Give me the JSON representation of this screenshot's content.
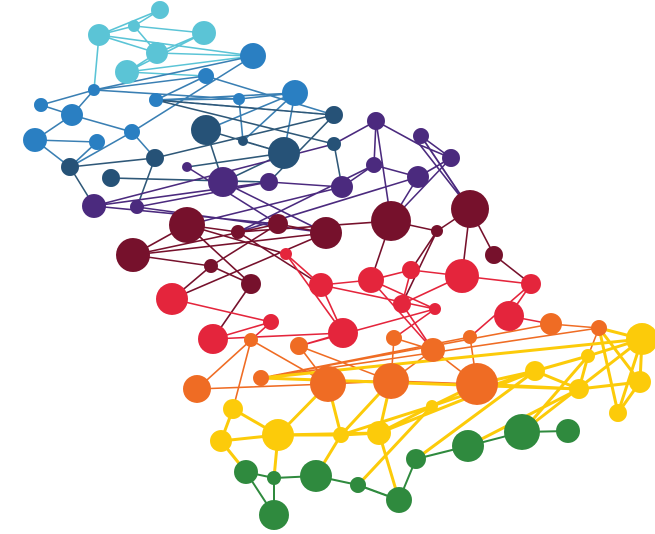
{
  "palette": {
    "background": "#ffffff",
    "light_blue": "#5bc4d6",
    "blue": "#2a7fc2",
    "navy": "#265277",
    "purple": "#4b2a7e",
    "maroon": "#76112c",
    "red": "#e4253c",
    "orange": "#ef6c24",
    "yellow": "#fccb0a",
    "green": "#2f8a3e"
  },
  "edge_colors": {
    "light_blue": "#5bc4d6",
    "blue": "#3a7fb3",
    "navy": "#2f5878",
    "purple": "#4b2a7e",
    "maroon": "#76112c",
    "red": "#e4253c",
    "orange": "#ef6c24",
    "yellow": "#fccb0a",
    "green": "#2f8a3e"
  },
  "nodes": [
    {
      "id": "lb1",
      "color": "light_blue"
    },
    {
      "id": "lb2",
      "color": "light_blue"
    },
    {
      "id": "lb3",
      "color": "light_blue"
    },
    {
      "id": "lb4",
      "color": "light_blue"
    },
    {
      "id": "lb5",
      "color": "light_blue"
    },
    {
      "id": "lb6",
      "color": "light_blue"
    },
    {
      "id": "b1",
      "color": "blue"
    },
    {
      "id": "b2",
      "color": "blue"
    },
    {
      "id": "b3",
      "color": "blue"
    },
    {
      "id": "b4",
      "color": "blue"
    },
    {
      "id": "b5",
      "color": "blue"
    },
    {
      "id": "b6",
      "color": "blue"
    },
    {
      "id": "b7",
      "color": "blue"
    },
    {
      "id": "b8",
      "color": "blue"
    },
    {
      "id": "b9",
      "color": "blue"
    },
    {
      "id": "b10",
      "color": "blue"
    },
    {
      "id": "b11",
      "color": "blue"
    },
    {
      "id": "n1",
      "color": "navy"
    },
    {
      "id": "n2",
      "color": "navy"
    },
    {
      "id": "n3",
      "color": "navy"
    },
    {
      "id": "n4",
      "color": "navy"
    },
    {
      "id": "n5",
      "color": "navy"
    },
    {
      "id": "n6",
      "color": "navy"
    },
    {
      "id": "n7",
      "color": "navy"
    },
    {
      "id": "n8",
      "color": "navy"
    },
    {
      "id": "p1",
      "color": "purple"
    },
    {
      "id": "p2",
      "color": "purple"
    },
    {
      "id": "p3",
      "color": "purple"
    },
    {
      "id": "p4",
      "color": "purple"
    },
    {
      "id": "p5",
      "color": "purple"
    },
    {
      "id": "p6",
      "color": "purple"
    },
    {
      "id": "p7",
      "color": "purple"
    },
    {
      "id": "p8",
      "color": "purple"
    },
    {
      "id": "p9",
      "color": "purple"
    },
    {
      "id": "p10",
      "color": "purple"
    },
    {
      "id": "p11",
      "color": "purple"
    },
    {
      "id": "p12",
      "color": "purple"
    },
    {
      "id": "m1",
      "color": "maroon"
    },
    {
      "id": "m2",
      "color": "maroon"
    },
    {
      "id": "m3",
      "color": "maroon"
    },
    {
      "id": "m4",
      "color": "maroon"
    },
    {
      "id": "m5",
      "color": "maroon"
    },
    {
      "id": "m6",
      "color": "maroon"
    },
    {
      "id": "m7",
      "color": "maroon"
    },
    {
      "id": "m8",
      "color": "maroon"
    },
    {
      "id": "m9",
      "color": "maroon"
    },
    {
      "id": "m10",
      "color": "maroon"
    },
    {
      "id": "m11",
      "color": "maroon"
    },
    {
      "id": "r1",
      "color": "red"
    },
    {
      "id": "r2",
      "color": "red"
    },
    {
      "id": "r3",
      "color": "red"
    },
    {
      "id": "r4",
      "color": "red"
    },
    {
      "id": "r5",
      "color": "red"
    },
    {
      "id": "r6",
      "color": "red"
    },
    {
      "id": "r7",
      "color": "red"
    },
    {
      "id": "r8",
      "color": "red"
    },
    {
      "id": "r9",
      "color": "red"
    },
    {
      "id": "r10",
      "color": "red"
    },
    {
      "id": "r11",
      "color": "red"
    },
    {
      "id": "r12",
      "color": "red"
    },
    {
      "id": "r13",
      "color": "red"
    },
    {
      "id": "o1",
      "color": "orange"
    },
    {
      "id": "o2",
      "color": "orange"
    },
    {
      "id": "o3",
      "color": "orange"
    },
    {
      "id": "o4",
      "color": "orange"
    },
    {
      "id": "o5",
      "color": "orange"
    },
    {
      "id": "o6",
      "color": "orange"
    },
    {
      "id": "o7",
      "color": "orange"
    },
    {
      "id": "o8",
      "color": "orange"
    },
    {
      "id": "o9",
      "color": "orange"
    },
    {
      "id": "o10",
      "color": "orange"
    },
    {
      "id": "o11",
      "color": "orange"
    },
    {
      "id": "o12",
      "color": "orange"
    },
    {
      "id": "y1",
      "color": "yellow"
    },
    {
      "id": "y2",
      "color": "yellow"
    },
    {
      "id": "y3",
      "color": "yellow"
    },
    {
      "id": "y4",
      "color": "yellow"
    },
    {
      "id": "y5",
      "color": "yellow"
    },
    {
      "id": "y6",
      "color": "yellow"
    },
    {
      "id": "y7",
      "color": "yellow"
    },
    {
      "id": "y8",
      "color": "yellow"
    },
    {
      "id": "y9",
      "color": "yellow"
    },
    {
      "id": "y10",
      "color": "yellow"
    },
    {
      "id": "y11",
      "color": "yellow"
    },
    {
      "id": "y12",
      "color": "yellow"
    },
    {
      "id": "g1",
      "color": "green"
    },
    {
      "id": "g2",
      "color": "green"
    },
    {
      "id": "g3",
      "color": "green"
    },
    {
      "id": "g4",
      "color": "green"
    },
    {
      "id": "g5",
      "color": "green"
    },
    {
      "id": "g6",
      "color": "green"
    },
    {
      "id": "g7",
      "color": "green"
    },
    {
      "id": "g8",
      "color": "green"
    },
    {
      "id": "g9",
      "color": "green"
    }
  ],
  "edges": [
    [
      "lb1",
      "lb2",
      "light_blue"
    ],
    [
      "lb2",
      "lb3",
      "light_blue"
    ],
    [
      "lb3",
      "lb4",
      "light_blue"
    ],
    [
      "lb2",
      "lb4",
      "light_blue"
    ],
    [
      "lb1",
      "lb5",
      "light_blue"
    ],
    [
      "lb2",
      "lb5",
      "light_blue"
    ],
    [
      "lb4",
      "lb5",
      "light_blue"
    ],
    [
      "lb3",
      "lb6",
      "light_blue"
    ],
    [
      "lb4",
      "lb6",
      "light_blue"
    ],
    [
      "lb6",
      "b1",
      "light_blue"
    ],
    [
      "lb5",
      "b2",
      "light_blue"
    ],
    [
      "lb6",
      "b2",
      "light_blue"
    ],
    [
      "lb5",
      "b3",
      "light_blue"
    ],
    [
      "lb4",
      "b2",
      "light_blue"
    ],
    [
      "b3",
      "b1",
      "blue"
    ],
    [
      "b3",
      "b2",
      "blue"
    ],
    [
      "b3",
      "b4",
      "blue"
    ],
    [
      "b3",
      "b5",
      "blue"
    ],
    [
      "b4",
      "b5",
      "blue"
    ],
    [
      "b5",
      "b6",
      "blue"
    ],
    [
      "b6",
      "b7",
      "blue"
    ],
    [
      "b7",
      "n1",
      "blue"
    ],
    [
      "b6",
      "n1",
      "blue"
    ],
    [
      "b5",
      "b8",
      "blue"
    ],
    [
      "b8",
      "n1",
      "blue"
    ],
    [
      "b8",
      "n2",
      "blue"
    ],
    [
      "b2",
      "b8",
      "blue"
    ],
    [
      "b9",
      "b10",
      "blue"
    ],
    [
      "b10",
      "b11",
      "blue"
    ],
    [
      "b9",
      "b11",
      "blue"
    ],
    [
      "b11",
      "n3",
      "blue"
    ],
    [
      "b10",
      "n4",
      "blue"
    ],
    [
      "b11",
      "n5",
      "blue"
    ],
    [
      "b1",
      "b9",
      "blue"
    ],
    [
      "b9",
      "n6",
      "blue"
    ],
    [
      "b1",
      "n6",
      "blue"
    ],
    [
      "b10",
      "b3",
      "blue"
    ],
    [
      "n4",
      "b11",
      "blue"
    ],
    [
      "n1",
      "n2",
      "navy"
    ],
    [
      "n2",
      "n6",
      "navy"
    ],
    [
      "n6",
      "b9",
      "navy"
    ],
    [
      "n2",
      "p1",
      "navy"
    ],
    [
      "n3",
      "p2",
      "navy"
    ],
    [
      "n5",
      "p2",
      "navy"
    ],
    [
      "n5",
      "p3",
      "navy"
    ],
    [
      "n4",
      "n5",
      "navy"
    ],
    [
      "n3",
      "n5",
      "navy"
    ],
    [
      "n1",
      "p4",
      "navy"
    ],
    [
      "n6",
      "p5",
      "navy"
    ],
    [
      "n7",
      "p6",
      "navy"
    ],
    [
      "n7",
      "b9",
      "navy"
    ],
    [
      "n8",
      "p5",
      "navy"
    ],
    [
      "p4",
      "p5",
      "purple"
    ],
    [
      "p5",
      "p6",
      "purple"
    ],
    [
      "p6",
      "p7",
      "purple"
    ],
    [
      "p7",
      "p8",
      "purple"
    ],
    [
      "p8",
      "p9",
      "purple"
    ],
    [
      "p9",
      "p10",
      "purple"
    ],
    [
      "p6",
      "m1",
      "purple"
    ],
    [
      "p7",
      "m2",
      "purple"
    ],
    [
      "p3",
      "m3",
      "purple"
    ],
    [
      "p4",
      "m3",
      "purple"
    ],
    [
      "p2",
      "m4",
      "purple"
    ],
    [
      "p1",
      "m4",
      "purple"
    ],
    [
      "p8",
      "m5",
      "purple"
    ],
    [
      "p9",
      "m5",
      "purple"
    ],
    [
      "p10",
      "m6",
      "purple"
    ],
    [
      "p11",
      "m5",
      "purple"
    ],
    [
      "p12",
      "p9",
      "purple"
    ],
    [
      "p11",
      "p12",
      "purple"
    ],
    [
      "p11",
      "p7",
      "purple"
    ],
    [
      "p1",
      "p5",
      "purple"
    ],
    [
      "n7",
      "p11",
      "purple"
    ],
    [
      "n7",
      "p4",
      "purple"
    ],
    [
      "p12",
      "m6",
      "purple"
    ],
    [
      "p10",
      "m6",
      "purple"
    ],
    [
      "p8",
      "m2",
      "purple"
    ],
    [
      "m3",
      "m4",
      "maroon"
    ],
    [
      "m4",
      "m7",
      "maroon"
    ],
    [
      "m3",
      "m7",
      "maroon"
    ],
    [
      "m7",
      "m1",
      "maroon"
    ],
    [
      "m1",
      "m2",
      "maroon"
    ],
    [
      "m2",
      "m5",
      "maroon"
    ],
    [
      "m5",
      "m8",
      "maroon"
    ],
    [
      "m8",
      "m6",
      "maroon"
    ],
    [
      "m6",
      "m9",
      "maroon"
    ],
    [
      "m7",
      "m10",
      "maroon"
    ],
    [
      "m10",
      "m11",
      "maroon"
    ],
    [
      "m1",
      "m11",
      "maroon"
    ],
    [
      "m3",
      "m10",
      "maroon"
    ],
    [
      "m4",
      "r1",
      "maroon"
    ],
    [
      "m10",
      "r1",
      "maroon"
    ],
    [
      "m2",
      "r2",
      "maroon"
    ],
    [
      "m5",
      "r3",
      "maroon"
    ],
    [
      "m8",
      "r4",
      "maroon"
    ],
    [
      "m6",
      "r5",
      "maroon"
    ],
    [
      "m9",
      "r6",
      "maroon"
    ],
    [
      "m11",
      "r7",
      "maroon"
    ],
    [
      "m1",
      "r8",
      "maroon"
    ],
    [
      "m8",
      "r9",
      "maroon"
    ],
    [
      "r1",
      "r10",
      "red"
    ],
    [
      "r10",
      "r7",
      "red"
    ],
    [
      "r7",
      "r11",
      "red"
    ],
    [
      "r11",
      "r2",
      "red"
    ],
    [
      "r2",
      "r3",
      "red"
    ],
    [
      "r3",
      "r4",
      "red"
    ],
    [
      "r4",
      "r5",
      "red"
    ],
    [
      "r5",
      "r6",
      "red"
    ],
    [
      "r6",
      "r12",
      "red"
    ],
    [
      "r2",
      "r13",
      "red"
    ],
    [
      "r3",
      "r13",
      "red"
    ],
    [
      "r4",
      "r9",
      "red"
    ],
    [
      "r9",
      "r5",
      "red"
    ],
    [
      "r10",
      "o1",
      "red"
    ],
    [
      "r11",
      "o2",
      "red"
    ],
    [
      "r13",
      "o3",
      "red"
    ],
    [
      "r9",
      "o4",
      "red"
    ],
    [
      "r6",
      "o5",
      "red"
    ],
    [
      "r12",
      "o6",
      "red"
    ],
    [
      "r13",
      "o2",
      "red"
    ],
    [
      "r8",
      "r11",
      "red"
    ],
    [
      "r8",
      "r2",
      "red"
    ],
    [
      "r3",
      "o4",
      "red"
    ],
    [
      "o1",
      "o7",
      "orange"
    ],
    [
      "o2",
      "o7",
      "orange"
    ],
    [
      "o2",
      "o8",
      "orange"
    ],
    [
      "o3",
      "o8",
      "orange"
    ],
    [
      "o4",
      "o8",
      "orange"
    ],
    [
      "o4",
      "o9",
      "orange"
    ],
    [
      "o5",
      "o9",
      "orange"
    ],
    [
      "o5",
      "o10",
      "orange"
    ],
    [
      "o6",
      "o11",
      "orange"
    ],
    [
      "o10",
      "o11",
      "orange"
    ],
    [
      "o11",
      "y8",
      "orange"
    ],
    [
      "o7",
      "o8",
      "orange"
    ],
    [
      "o8",
      "o9",
      "orange"
    ],
    [
      "o9",
      "o10",
      "orange"
    ],
    [
      "o12",
      "o1",
      "orange"
    ],
    [
      "o12",
      "o7",
      "orange"
    ],
    [
      "o3",
      "o4",
      "orange"
    ],
    [
      "o6",
      "o10",
      "orange"
    ],
    [
      "o1",
      "y1",
      "orange"
    ],
    [
      "y1",
      "y2",
      "yellow"
    ],
    [
      "y2",
      "y3",
      "yellow"
    ],
    [
      "y3",
      "y4",
      "yellow"
    ],
    [
      "y4",
      "y5",
      "yellow"
    ],
    [
      "y5",
      "y6",
      "yellow"
    ],
    [
      "y6",
      "y7",
      "yellow"
    ],
    [
      "y7",
      "y8",
      "yellow"
    ],
    [
      "y8",
      "y9",
      "yellow"
    ],
    [
      "y9",
      "y10",
      "yellow"
    ],
    [
      "y7",
      "y11",
      "yellow"
    ],
    [
      "y11",
      "y8",
      "yellow"
    ],
    [
      "y10",
      "y12",
      "yellow"
    ],
    [
      "o7",
      "y3",
      "yellow"
    ],
    [
      "o8",
      "y5",
      "yellow"
    ],
    [
      "o9",
      "y6",
      "yellow"
    ],
    [
      "o9",
      "y7",
      "yellow"
    ],
    [
      "o8",
      "y4",
      "yellow"
    ],
    [
      "o7",
      "y4",
      "yellow"
    ],
    [
      "o9",
      "y11",
      "yellow"
    ],
    [
      "o10",
      "y11",
      "yellow"
    ],
    [
      "y3",
      "y5",
      "yellow"
    ],
    [
      "y5",
      "y7",
      "yellow"
    ],
    [
      "y4",
      "y6",
      "yellow"
    ],
    [
      "y1",
      "y3",
      "yellow"
    ],
    [
      "y6",
      "g4",
      "yellow"
    ],
    [
      "y5",
      "g5",
      "yellow"
    ],
    [
      "y4",
      "g3",
      "yellow"
    ],
    [
      "y7",
      "g6",
      "yellow"
    ],
    [
      "y11",
      "g7",
      "yellow"
    ],
    [
      "y8",
      "g8",
      "yellow"
    ],
    [
      "y2",
      "g1",
      "yellow"
    ],
    [
      "y3",
      "g2",
      "yellow"
    ],
    [
      "y9",
      "g8",
      "yellow"
    ],
    [
      "o10",
      "y9",
      "yellow"
    ],
    [
      "o11",
      "y9",
      "yellow"
    ],
    [
      "y12",
      "y9",
      "yellow"
    ],
    [
      "o11",
      "y12",
      "yellow"
    ],
    [
      "o11",
      "y10",
      "yellow"
    ],
    [
      "y10",
      "y11",
      "yellow"
    ],
    [
      "g1",
      "g2",
      "green"
    ],
    [
      "g2",
      "g3",
      "green"
    ],
    [
      "g3",
      "g4",
      "green"
    ],
    [
      "g4",
      "g5",
      "green"
    ],
    [
      "g5",
      "g6",
      "green"
    ],
    [
      "g6",
      "g7",
      "green"
    ],
    [
      "g7",
      "g8",
      "green"
    ],
    [
      "g8",
      "g9",
      "green"
    ],
    [
      "g1",
      "g10",
      "green"
    ],
    [
      "g2",
      "g10",
      "green"
    ],
    [
      "g4",
      "g9b",
      "green"
    ],
    [
      "g5",
      "g9b",
      "green"
    ]
  ]
}
